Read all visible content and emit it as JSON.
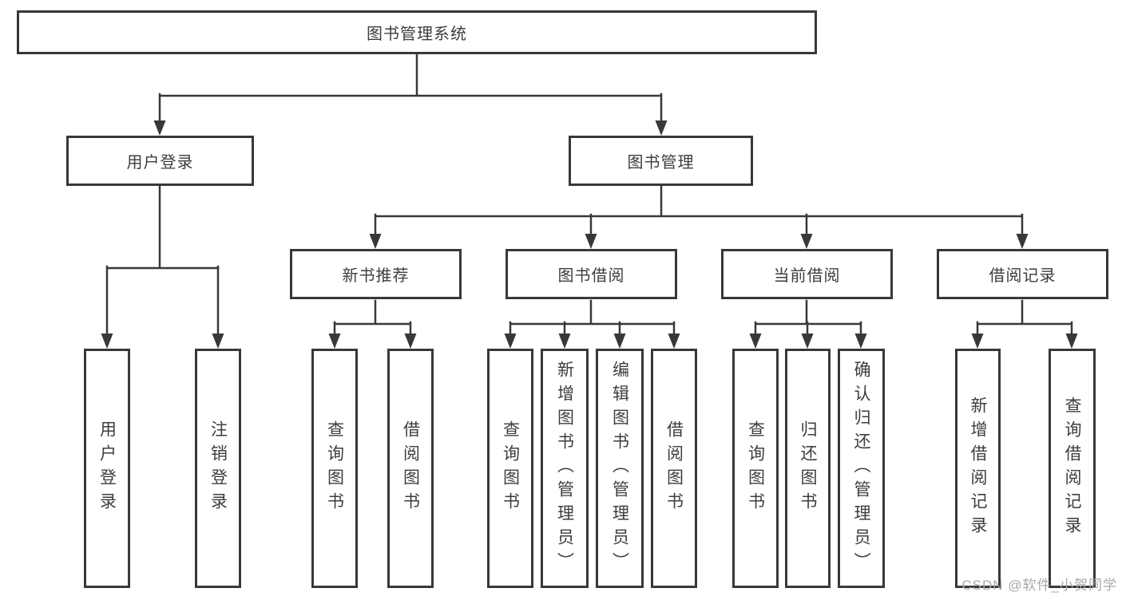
{
  "diagram": {
    "root": "图书管理系统",
    "branches": {
      "user_login": {
        "label": "用户登录",
        "children": [
          "用户登录",
          "注销登录"
        ]
      },
      "book_management": {
        "label": "图书管理",
        "modules": [
          {
            "label": "新书推荐",
            "children": [
              "查询图书",
              "借阅图书"
            ]
          },
          {
            "label": "图书借阅",
            "children": [
              "查询图书",
              "新增图书（管理员）",
              "编辑图书（管理员）",
              "借阅图书"
            ]
          },
          {
            "label": "当前借阅",
            "children": [
              "查询图书",
              "归还图书",
              "确认归还（管理员）"
            ]
          },
          {
            "label": "借阅记录",
            "children": [
              "新增借阅记录",
              "查询借阅记录"
            ]
          }
        ]
      }
    }
  },
  "watermark": "CSDN @软件_小贺同学",
  "colors": {
    "line": "#383838",
    "border": "#383838",
    "text": "#3d3d3d",
    "background": "#ffffff",
    "watermark": "#a8a8a8"
  }
}
